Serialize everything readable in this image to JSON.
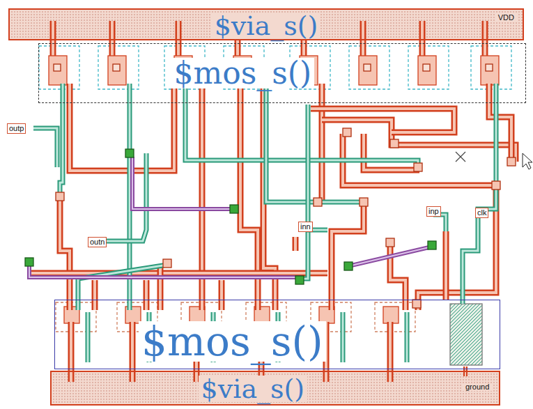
{
  "diagram": {
    "nodes": [
      {
        "text": [
          "$via_s()",
          "VDD"
        ]
      },
      {
        "text": [
          "$mos_s()"
        ]
      },
      {
        "text": [
          "$mos_s()"
        ]
      },
      {
        "text": [
          "$via_s()",
          "ground"
        ]
      }
    ],
    "labels": [
      "outp",
      "outn",
      "inn",
      "inp",
      "clk"
    ]
  }
}
